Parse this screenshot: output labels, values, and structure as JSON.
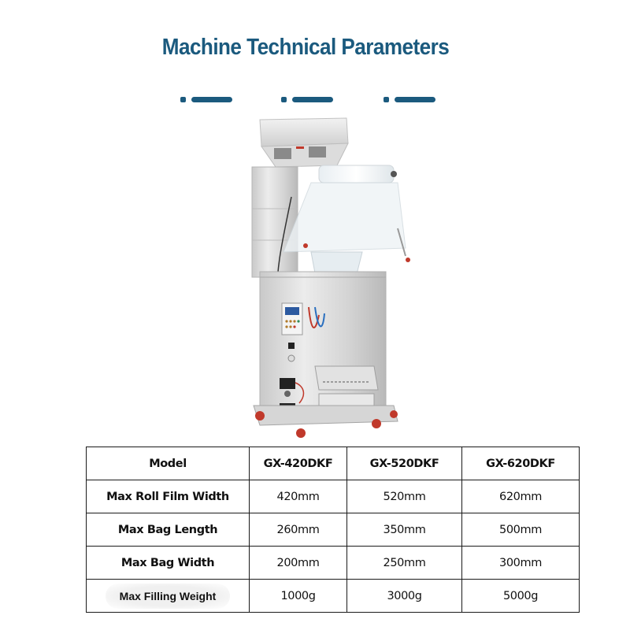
{
  "header": {
    "title": "Machine Technical Parameters"
  },
  "decorations": [
    {
      "name": "divider-1",
      "color": "#1b5a7e"
    },
    {
      "name": "divider-2",
      "color": "#1b5a7e"
    },
    {
      "name": "divider-3",
      "color": "#1b5a7e"
    }
  ],
  "image": {
    "subject": "vertical-packing-machine",
    "description": "Stainless steel vertical form-fill-seal packing machine with dual weigher hopper, film roll, control panel and red caster wheels"
  },
  "table": {
    "columns": [
      "Model",
      "GX-420DKF",
      "GX-520DKF",
      "GX-620DKF"
    ],
    "rows": [
      {
        "label": "Max Roll Film Width",
        "values": [
          "420mm",
          "520mm",
          "620mm"
        ]
      },
      {
        "label": "Max Bag Length",
        "values": [
          "260mm",
          "350mm",
          "500mm"
        ]
      },
      {
        "label": "Max Bag Width",
        "values": [
          "200mm",
          "250mm",
          "300mm"
        ]
      },
      {
        "label": "Max Filling Weight",
        "values": [
          "1000g",
          "3000g",
          "5000g"
        ]
      }
    ]
  },
  "colors": {
    "accent": "#1b5a7e",
    "border": "#1a1a1a",
    "text": "#111111"
  }
}
